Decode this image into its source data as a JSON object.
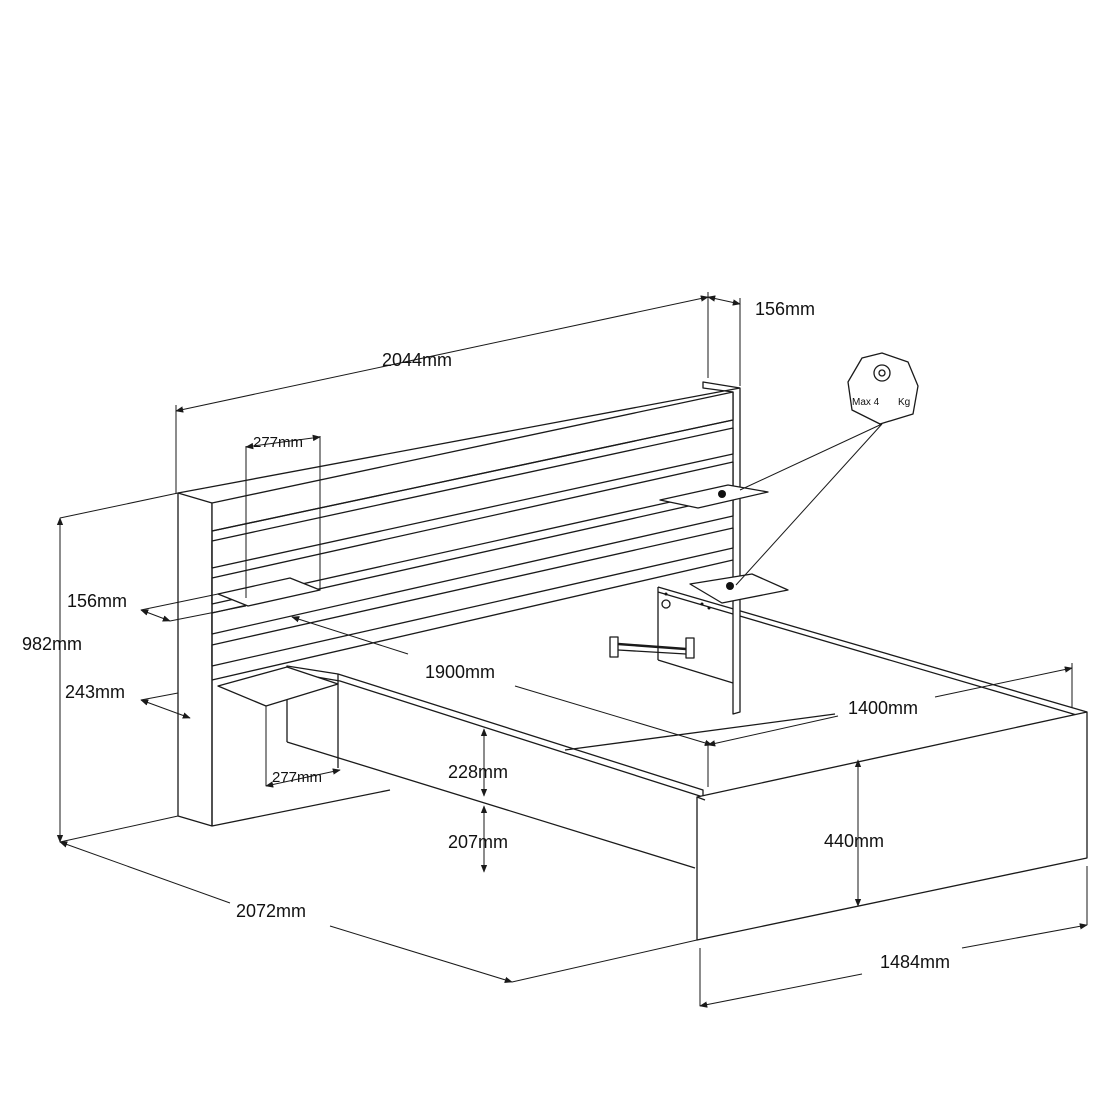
{
  "dimensions": {
    "headboard_length": "2044mm",
    "headboard_depth": "156mm",
    "shelf_width_top": "277mm",
    "shelf_depth": "156mm",
    "total_height": "982mm",
    "shelf_low_offset": "243mm",
    "mattress_length": "1900mm",
    "mattress_width": "1400mm",
    "shelf_width_bottom": "277mm",
    "frame_height": "228mm",
    "clearance": "207mm",
    "footboard_height": "440mm",
    "total_length": "2072mm",
    "total_width": "1484mm"
  },
  "load_badge": {
    "max_label": "Max 4",
    "unit": "Kg",
    "icon": "weight-icon"
  }
}
